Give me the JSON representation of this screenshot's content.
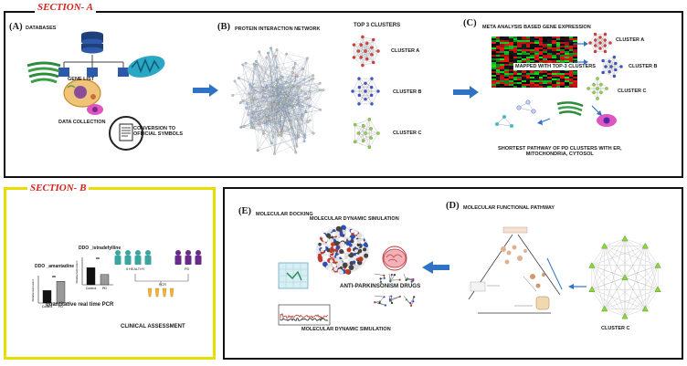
{
  "section_a": {
    "title": "SECTION- A",
    "panel_a": {
      "letter": "(A)",
      "title": "DATABASES",
      "gene_list": "GENE LIST",
      "data_collection": "DATA COLLECTION",
      "conversion": "CONVERSION TO\nOFFICIAL SYMBOLS"
    },
    "panel_b": {
      "letter": "(B)",
      "title": "PROTEIN INTERACTION NETWORK",
      "top_clusters": "TOP 3 CLUSTERS",
      "clusters": [
        "CLUSTER A",
        "CLUSTER B",
        "CLUSTER C"
      ]
    },
    "panel_c": {
      "letter": "(C)",
      "title": "META ANALYSIS BASED GENE EXPRESSION",
      "mapped": "MAPPED WITH TOP-3 CLUSTERS",
      "clusters": [
        "CLUSTER A",
        "CLUSTER B",
        "CLUSTER C"
      ],
      "shortest": "SHORTEST PATHWAY OF PD CLUSTERS WITH ER,\nMITOCHONDRIA, CYTOSOL"
    }
  },
  "section_b": {
    "title": "SECTION- B",
    "chart1_title": "DDO _amantadine",
    "chart2_title": "DDO _istradefylline",
    "y_label": "Relative Expression",
    "x_labels": [
      "Control",
      "PD"
    ],
    "sig": "**",
    "pcr_label": "quantitative real time PCR",
    "clinical": "CLINICAL ASSESSMENT",
    "group_labels": [
      "5 HEALTHY",
      "PD"
    ],
    "pcr_caption": "PCR"
  },
  "section_c": {
    "panel_e": {
      "letter": "(E)",
      "title": "MOLECULAR DOCKING",
      "md_sim": "MOLECULAR DYNAMIC SIMULATION",
      "drugs": "ANTI-PARKINSONISM DRUGS",
      "md_sim_bottom": "MOLECULAR DYNAMIC SIMULATION"
    },
    "panel_d": {
      "letter": "(D)",
      "title": "MOLECULAR FUNCTIONAL PATHWAY",
      "cluster": "CLUSTER C"
    }
  },
  "colors": {
    "section_red": "#d4241c",
    "arrow_blue": "#2f73c4",
    "cluster_a": "#e53a3a",
    "cluster_b": "#3a56d6",
    "cluster_c": "#8cd63a"
  }
}
